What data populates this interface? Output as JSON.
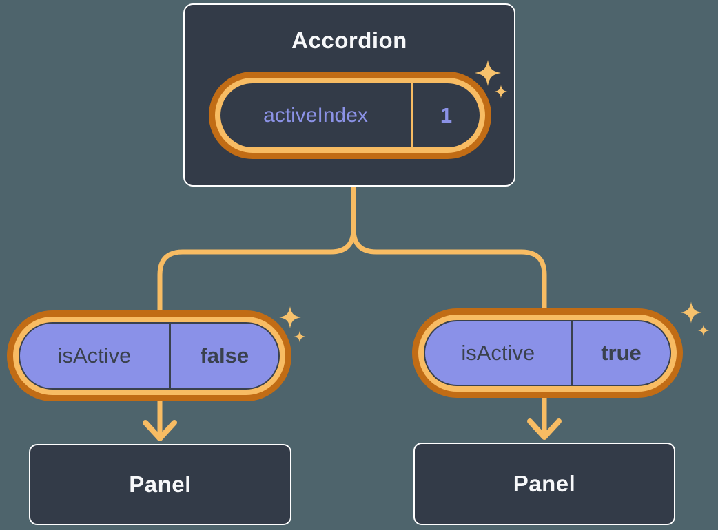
{
  "diagram": {
    "root": {
      "label": "Accordion",
      "state_name": "activeIndex",
      "state_value": "1"
    },
    "left_child": {
      "prop_name": "isActive",
      "prop_value": "false",
      "panel_label": "Panel"
    },
    "right_child": {
      "prop_name": "isActive",
      "prop_value": "true",
      "panel_label": "Panel"
    }
  },
  "icons": {
    "sparkle": "✦"
  },
  "colors": {
    "background": "#4e646c",
    "box_fill": "#333b48",
    "box_border": "#ffffff",
    "pill_fill": "#8a91e8",
    "ring_outer": "#c16c15",
    "ring_inner": "#f8bc63",
    "connector": "#f8bc63",
    "sparkle": "#f7c26d",
    "text_light": "#f7f8fa",
    "text_dark": "#3a414d",
    "text_purple": "#8b92e6"
  }
}
